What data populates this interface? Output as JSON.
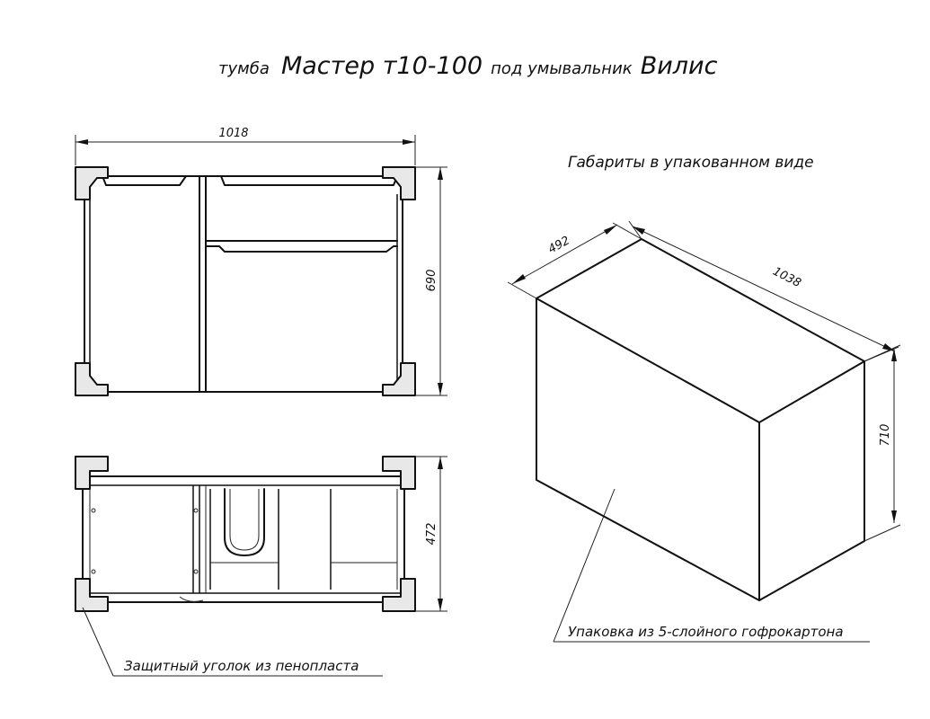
{
  "title": {
    "part1": "тумба",
    "part2": "Мастер т10-100",
    "part3": "под умывальник",
    "part4": "Вилис"
  },
  "front_view": {
    "width_dim": "1018",
    "height_dim": "690"
  },
  "top_view": {
    "depth_dim": "472",
    "corner_label": "Защитный уголок из пенопласта"
  },
  "package": {
    "heading": "Габариты в упакованном виде",
    "depth_dim": "492",
    "length_dim": "1038",
    "height_dim": "710",
    "material_label": "Упаковка из 5-слойного гофрокартона"
  }
}
